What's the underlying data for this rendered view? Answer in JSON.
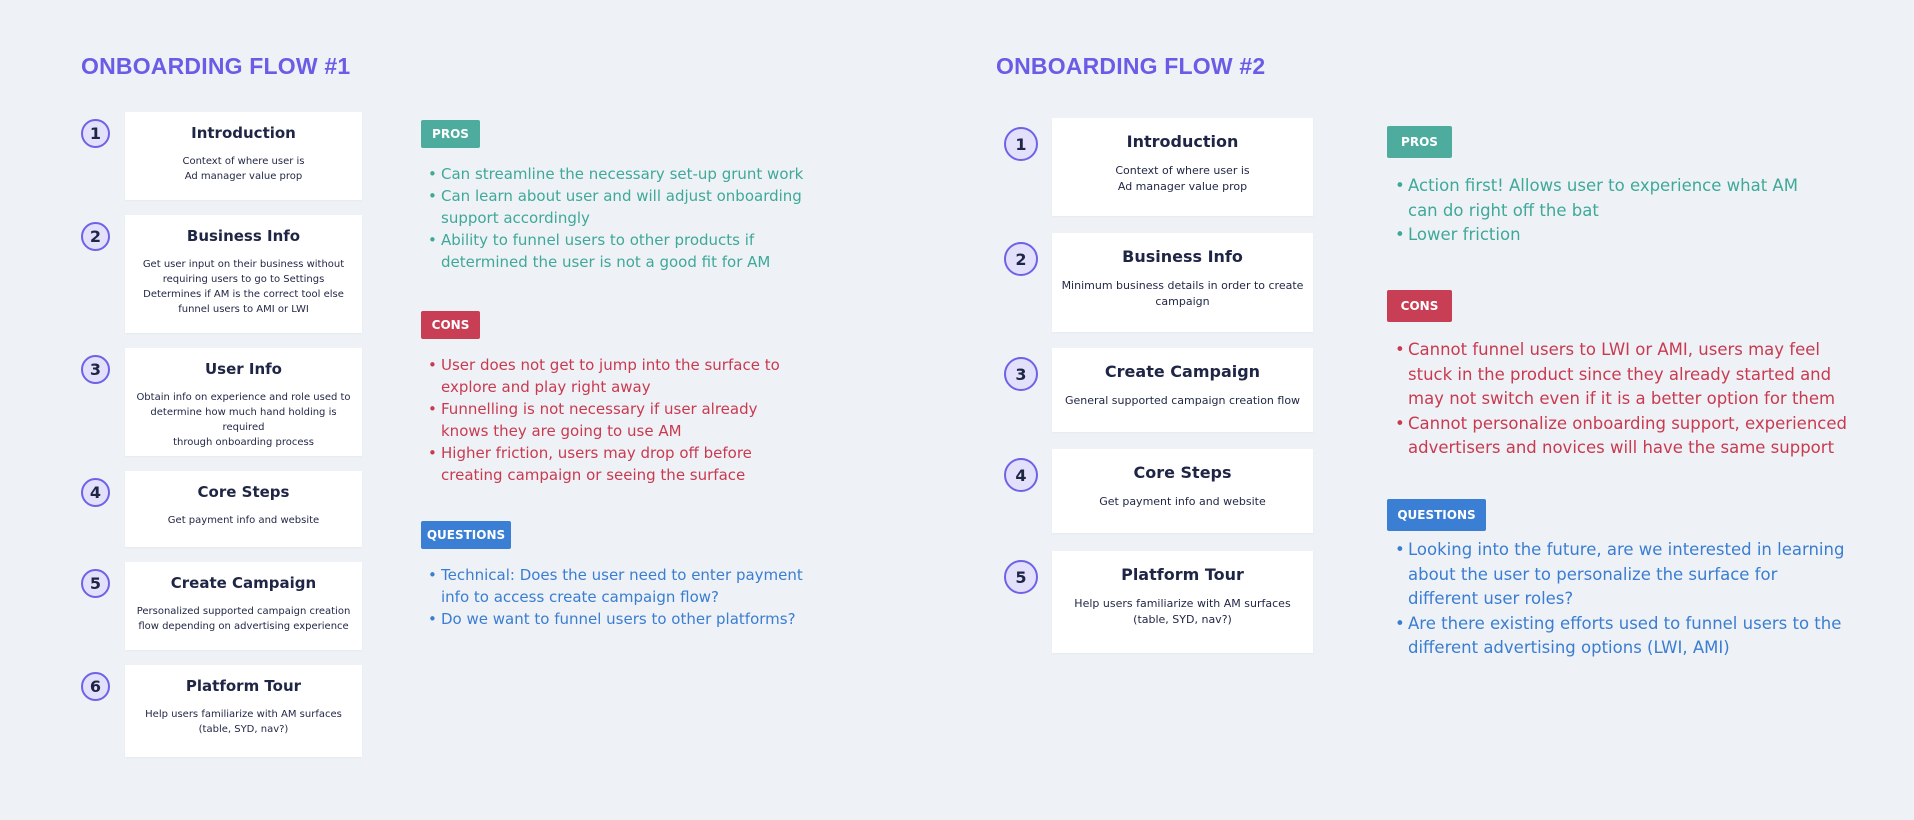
{
  "flow1": {
    "title": "ONBOARDING FLOW #1",
    "steps": [
      {
        "num": "1",
        "title": "Introduction",
        "desc": [
          "Context of where user is",
          "Ad manager value prop"
        ]
      },
      {
        "num": "2",
        "title": "Business Info",
        "desc": [
          "Get user input on their business without",
          "requiring users to go to Settings",
          "Determines if AM is the correct tool else",
          "funnel users to AMI or LWI"
        ]
      },
      {
        "num": "3",
        "title": "User Info",
        "desc": [
          "Obtain info on experience and role used to",
          "determine how much hand holding is required",
          "through onboarding process"
        ]
      },
      {
        "num": "4",
        "title": "Core Steps",
        "desc": [
          "Get payment info and website"
        ]
      },
      {
        "num": "5",
        "title": "Create Campaign",
        "desc": [
          "Personalized supported campaign creation",
          "flow depending on advertising experience"
        ]
      },
      {
        "num": "6",
        "title": "Platform Tour",
        "desc": [
          "Help users familiarize with AM surfaces",
          "(table, SYD, nav?)"
        ]
      }
    ],
    "pros_label": "PROS",
    "pros": [
      [
        "Can streamline the necessary set-up grunt work"
      ],
      [
        "Can learn about user and will adjust onboarding",
        "support accordingly"
      ],
      [
        "Ability to funnel users to other products if",
        "determined the user is not a good fit for AM"
      ]
    ],
    "cons_label": "CONS",
    "cons": [
      [
        "User does not get to jump into the surface to",
        "explore and play right away"
      ],
      [
        "Funnelling is not necessary if user already",
        "knows they are going to use AM"
      ],
      [
        "Higher friction, users may drop off before",
        "creating campaign or seeing the surface"
      ]
    ],
    "questions_label": "QUESTIONS",
    "questions": [
      [
        "Technical: Does the user need to enter payment",
        "info to access create campaign flow?"
      ],
      [
        "Do we want to funnel users to other platforms?"
      ]
    ]
  },
  "flow2": {
    "title": "ONBOARDING FLOW #2",
    "steps": [
      {
        "num": "1",
        "title": "Introduction",
        "desc": [
          "Context of where user is",
          "Ad manager value prop"
        ]
      },
      {
        "num": "2",
        "title": "Business Info",
        "desc": [
          "Minimum business details in order to create",
          "campaign"
        ]
      },
      {
        "num": "3",
        "title": "Create Campaign",
        "desc": [
          "General supported campaign creation flow"
        ]
      },
      {
        "num": "4",
        "title": "Core Steps",
        "desc": [
          "Get payment info and website"
        ]
      },
      {
        "num": "5",
        "title": "Platform Tour",
        "desc": [
          "Help users familiarize with AM surfaces",
          "(table, SYD, nav?)"
        ]
      }
    ],
    "pros_label": "PROS",
    "pros": [
      [
        "Action first! Allows user to experience what AM",
        "can do right off the bat"
      ],
      [
        "Lower friction"
      ]
    ],
    "cons_label": "CONS",
    "cons": [
      [
        "Cannot funnel users to LWI or AMI, users may feel",
        "stuck in the product since they already started and",
        "may not switch even if it is a better option for them"
      ],
      [
        "Cannot personalize onboarding support, experienced",
        "advertisers and novices will have the same support"
      ]
    ],
    "questions_label": "QUESTIONS",
    "questions": [
      [
        "Looking into the future, are we interested in learning",
        "about the user to personalize the surface for",
        "different user roles?"
      ],
      [
        "Are there existing efforts used to funnel users to the",
        "different advertising options (LWI, AMI)"
      ]
    ]
  },
  "colors": {
    "background": "#eef2f6",
    "title": "#6a5ce6",
    "pros": "#4eac9f",
    "cons": "#c83e54",
    "questions": "#3b7fd4",
    "step_circle_border": "#6e62e6",
    "step_circle_fill": "#e3e0fb"
  }
}
